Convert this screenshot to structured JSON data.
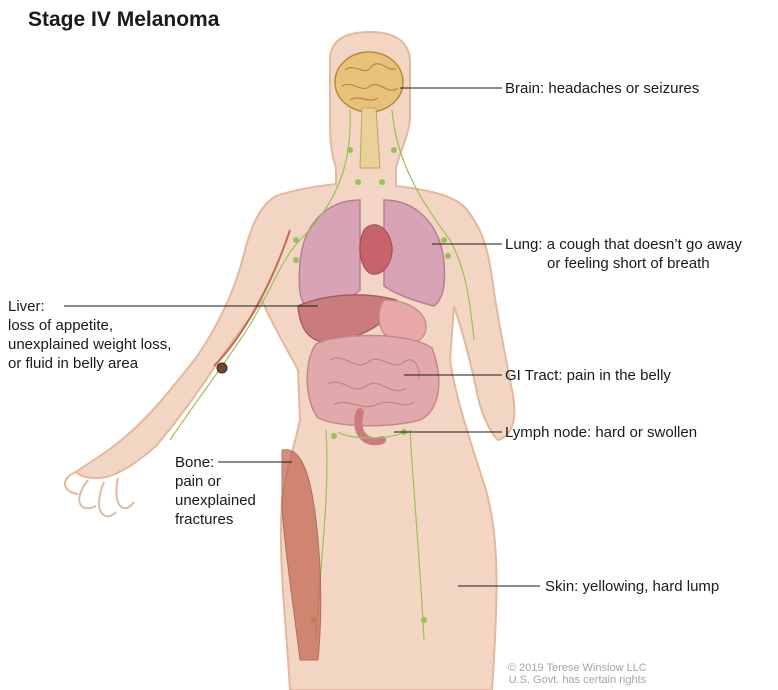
{
  "title": "Stage IV Melanoma",
  "labels": {
    "brain": "Brain: headaches or seizures",
    "lung_1": "Lung: a cough that doesn’t go away",
    "lung_2": "or feeling short of breath",
    "liver_head": "Liver:",
    "liver_1": "loss of appetite,",
    "liver_2": "unexplained weight loss,",
    "liver_3": "or fluid in belly area",
    "gi": "GI Tract: pain in the belly",
    "lymph": "Lymph node: hard or swollen",
    "bone_head": "Bone:",
    "bone_1": "pain or",
    "bone_2": "unexplained",
    "bone_3": "fractures",
    "skin": "Skin: yellowing, hard lump"
  },
  "credit": {
    "line1": "© 2019 Terese Winslow LLC",
    "line2": "U.S. Govt. has certain rights"
  },
  "colors": {
    "skin": "#f2d6c3",
    "skin_edge": "#e3b89d",
    "lung": "#d9a3b6",
    "liver": "#c97b7d",
    "intestine": "#e2a9ad",
    "brain": "#e8c27a",
    "lymph": "#9cbf5a",
    "muscle": "#c46a55"
  }
}
